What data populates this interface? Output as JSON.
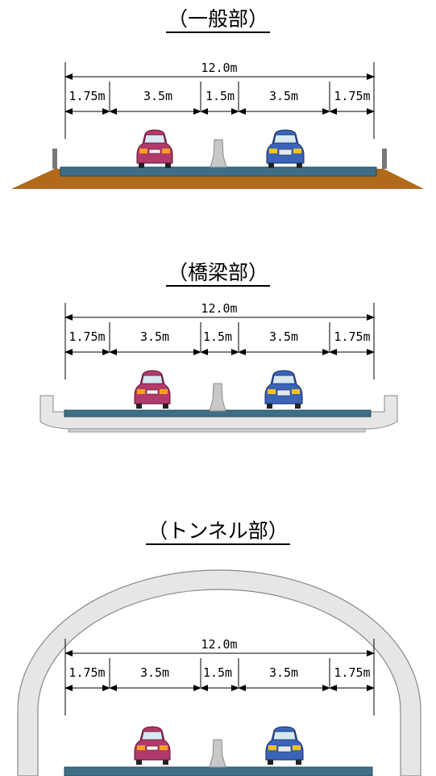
{
  "sections": [
    {
      "title": "（一般部）",
      "total_width": "12.0m",
      "lanes": [
        "1.75m",
        "3.5m",
        "1.5m",
        "3.5m",
        "1.75m"
      ]
    },
    {
      "title": "（橋梁部）",
      "total_width": "12.0m",
      "lanes": [
        "1.75m",
        "3.5m",
        "1.5m",
        "3.5m",
        "1.75m"
      ]
    },
    {
      "title": "（トンネル部）",
      "total_width": "12.0m",
      "lanes": [
        "1.75m",
        "3.5m",
        "1.5m",
        "3.5m",
        "1.75m"
      ]
    }
  ],
  "colors": {
    "road_surface": "#3f6f86",
    "ground": "#b06a1a",
    "concrete": "#e6e6e6",
    "car_left": "#b23a6a",
    "car_right": "#3a64b8",
    "median": "#c8c8c8"
  }
}
